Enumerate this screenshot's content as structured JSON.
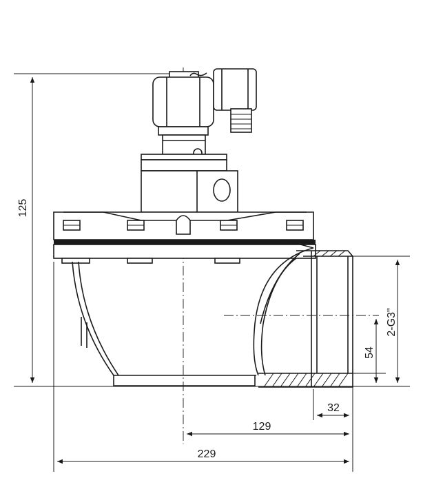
{
  "dimensions": {
    "overall_height": "125",
    "outlet_thread": "2-G3\"",
    "outlet_center_height": "54",
    "thread_length": "32",
    "center_to_outlet": "129",
    "overall_length": "229"
  }
}
